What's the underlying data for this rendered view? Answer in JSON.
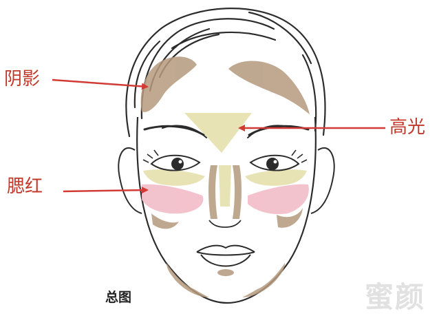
{
  "labels": {
    "shadow": "阴影",
    "highlight": "高光",
    "blush": "腮红"
  },
  "caption": "总图",
  "watermark": "蜜颜",
  "colors": {
    "shadow": "#b59a7d",
    "highlight": "#e6e2b0",
    "blush": "#f2bcc8",
    "arrow": "#d23a34",
    "ink": "#2b2b2b"
  }
}
